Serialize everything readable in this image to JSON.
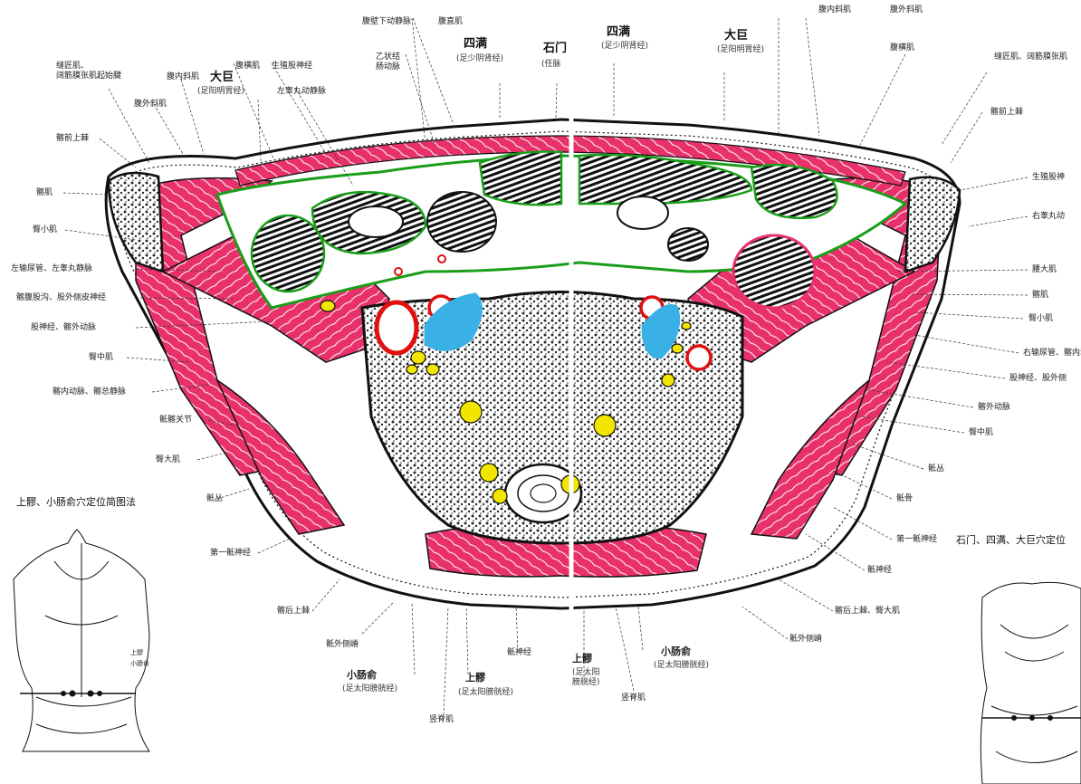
{
  "captions": {
    "left_inset": "上髎、小肠俞穴定位简图法",
    "right_inset": "石门、四满、大巨穴定位"
  },
  "inset_labels": {
    "shangliao": "上髎",
    "xiaochangshu": "小肠俞"
  },
  "top_labels": {
    "t1": "缝匠肌、\n阔筋膜张肌起始腱",
    "t2": "腹内斜肌",
    "t3": "腹外斜肌",
    "t4": "腹横肌",
    "t5": "生殖股神经",
    "t6": "左睾丸动静脉",
    "t7": "腹壁下动静脉",
    "t8": "腹直肌",
    "t9": "乙状结\n肠动脉",
    "t10": "腹内斜肌",
    "t11": "腹外斜肌",
    "t12": "腹横肌",
    "t13": "缝匠肌、阔筋膜张肌"
  },
  "acupoints_top": {
    "daju_l": "大巨",
    "daju_l_sub": "(足阳明胃经)",
    "siman_l": "四满",
    "siman_l_sub": "(足少阴肾经)",
    "shimen": "石门",
    "shimen_sub": "(任脉",
    "siman_r": "四满",
    "siman_r_sub": "(足少阴肾经)",
    "daju_r": "大巨",
    "daju_r_sub": "(足阳明胃经)"
  },
  "left_labels": [
    "髂前上棘",
    "髂肌",
    "臀小肌",
    "左输尿管、左睾丸静脉",
    "髂腹股沟、股外侧皮神经",
    "股神经、髂外动脉",
    "臀中肌",
    "髂内动脉、髂总静脉",
    "骶髂关节",
    "臀大肌",
    "骶丛",
    "第一骶神经",
    "髂后上棘"
  ],
  "right_labels": [
    "髂前上棘",
    "生殖股神",
    "右睾丸动",
    "腰大肌",
    "髂肌",
    "臀小肌",
    "右输尿管、髂内动",
    "股神经、股外侧",
    "髂外动脉",
    "臀中肌",
    "骶丛",
    "骶骨",
    "第一骶神经",
    "骶神经",
    "髂后上棘、臀大肌",
    "骶外侧嵴"
  ],
  "bottom_labels": {
    "sacral_crest_l": "骶外侧嵴",
    "xiaochangshu_l": "小肠俞",
    "xiaochangshu_l_sub": "(足太阳膀胱经)",
    "shangliao_l": "上髎",
    "shangliao_l_sub": "(足太阳膀胱经)",
    "erector_l": "竖脊肌",
    "sacral_nerve": "骶神经",
    "shangliao_r": "上髎",
    "shangliao_r_sub": "(足太阳\n膀胱经)",
    "erector_r": "竖脊肌",
    "xiaochangshu_r": "小肠俞",
    "xiaochangshu_r_sub": "(足太阳膀胱经)"
  },
  "colors": {
    "muscle": "#e8316a",
    "muscle_stripe": "#ffffff",
    "peritoneum": "#1a9e1a",
    "artery": "#e01010",
    "vein": "#39b0e6",
    "nerve": "#f2e600",
    "bone": "#2a2a2a",
    "outline": "#111111"
  }
}
